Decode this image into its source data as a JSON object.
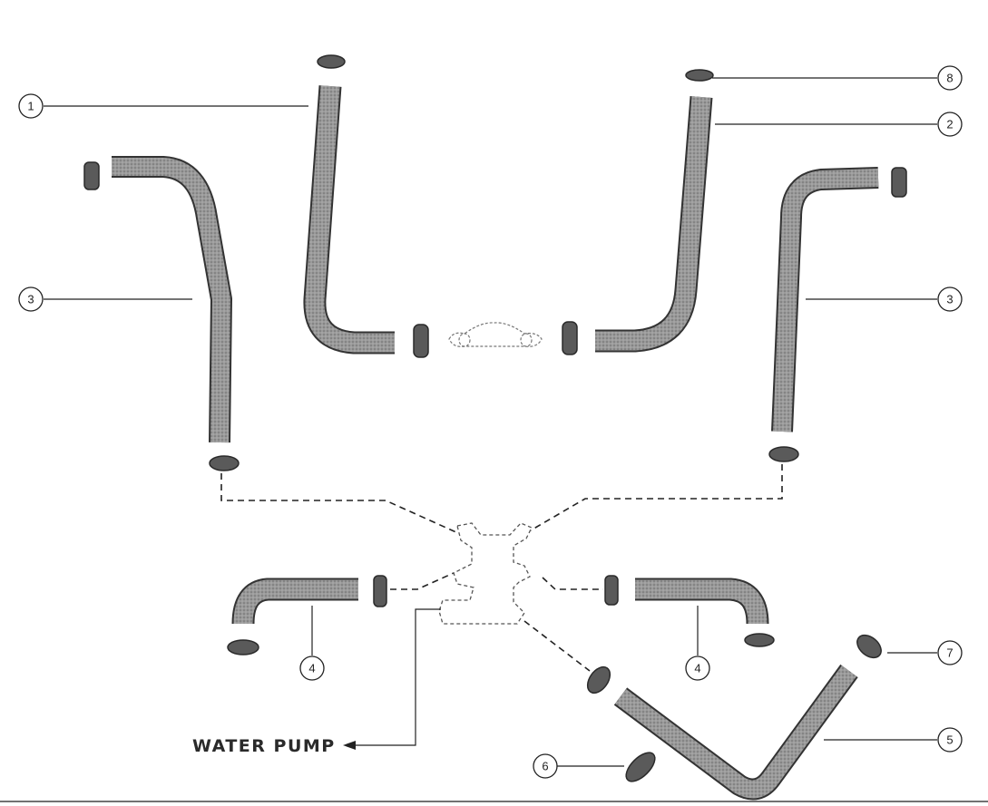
{
  "diagram": {
    "callouts": [
      "1",
      "2",
      "3",
      "3",
      "4",
      "4",
      "5",
      "6",
      "7",
      "8"
    ],
    "water_pump_label": "WATER PUMP"
  },
  "colors": {
    "hose_outline": "#3a3a3a",
    "hose_fill": "#8a8a8a",
    "clamp_fill": "#5a5a5a",
    "line": "#222222"
  },
  "icons": {
    "hose": "hose-icon",
    "clamp": "hose-clamp-icon",
    "fitting": "y-fitting-icon",
    "pump": "water-pump-body-icon"
  }
}
